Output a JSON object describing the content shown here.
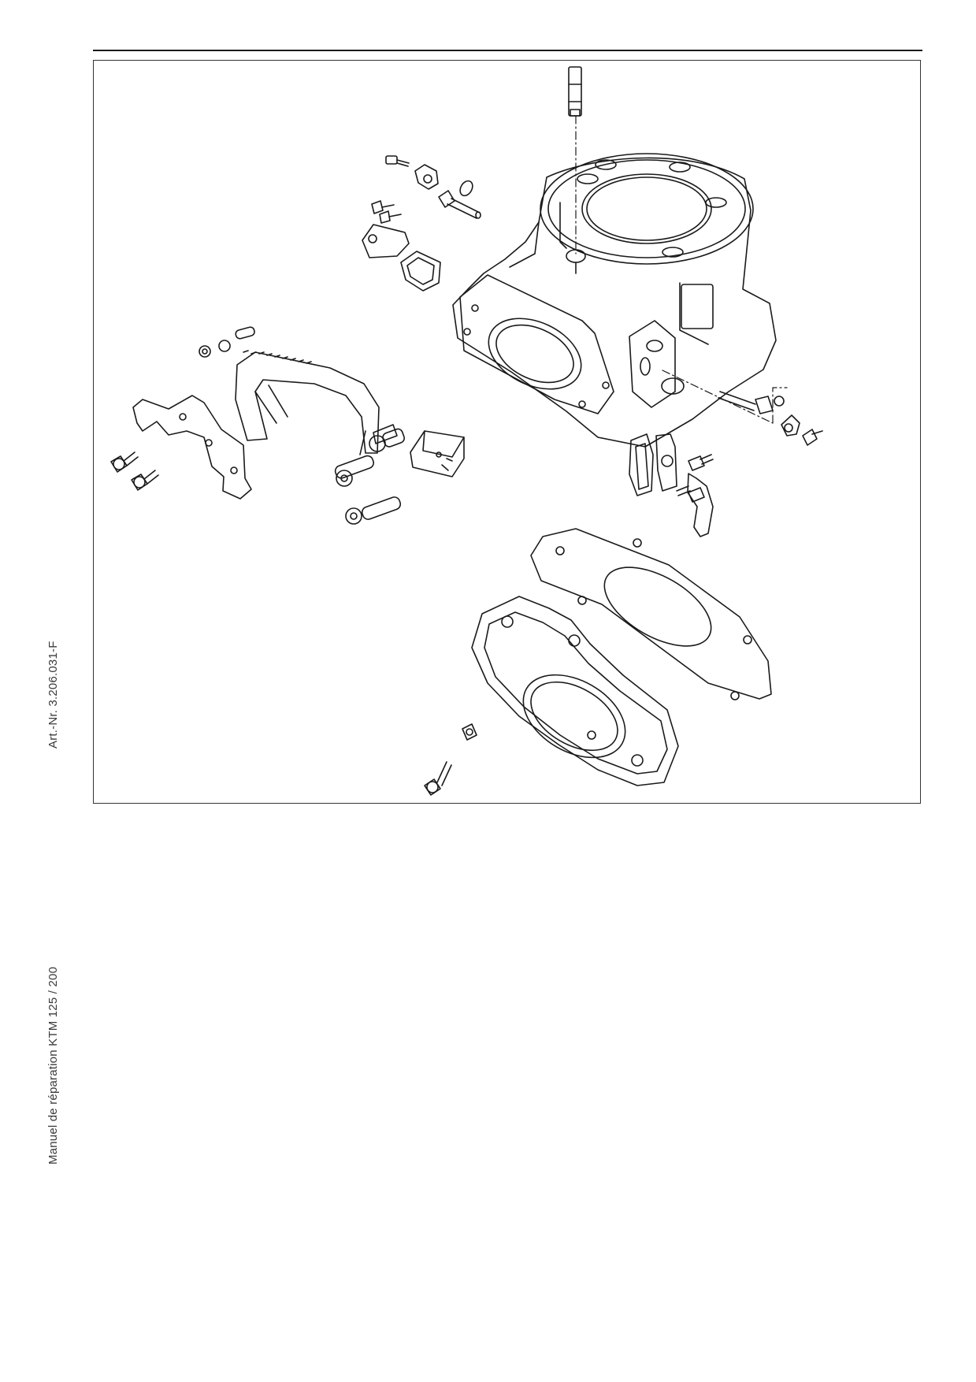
{
  "side_labels": {
    "article_number": "Art.-Nr.  3.206.031-F",
    "manual_title": "Manuel de réparation  KTM  125 / 200"
  },
  "figure": {
    "parts": [
      "exhaust-control-rod",
      "cylinder",
      "exhaust-valve-cover-right",
      "exhaust-valve-cover-left",
      "control-lever",
      "gear-segment",
      "exhaust-valve-slides",
      "exhaust-flange",
      "cylinder-base-gasket",
      "reed-intake-flange",
      "screws"
    ]
  },
  "colors": {
    "line": "#1a1a1a",
    "text": "#3a3a3a",
    "background": "#ffffff"
  }
}
